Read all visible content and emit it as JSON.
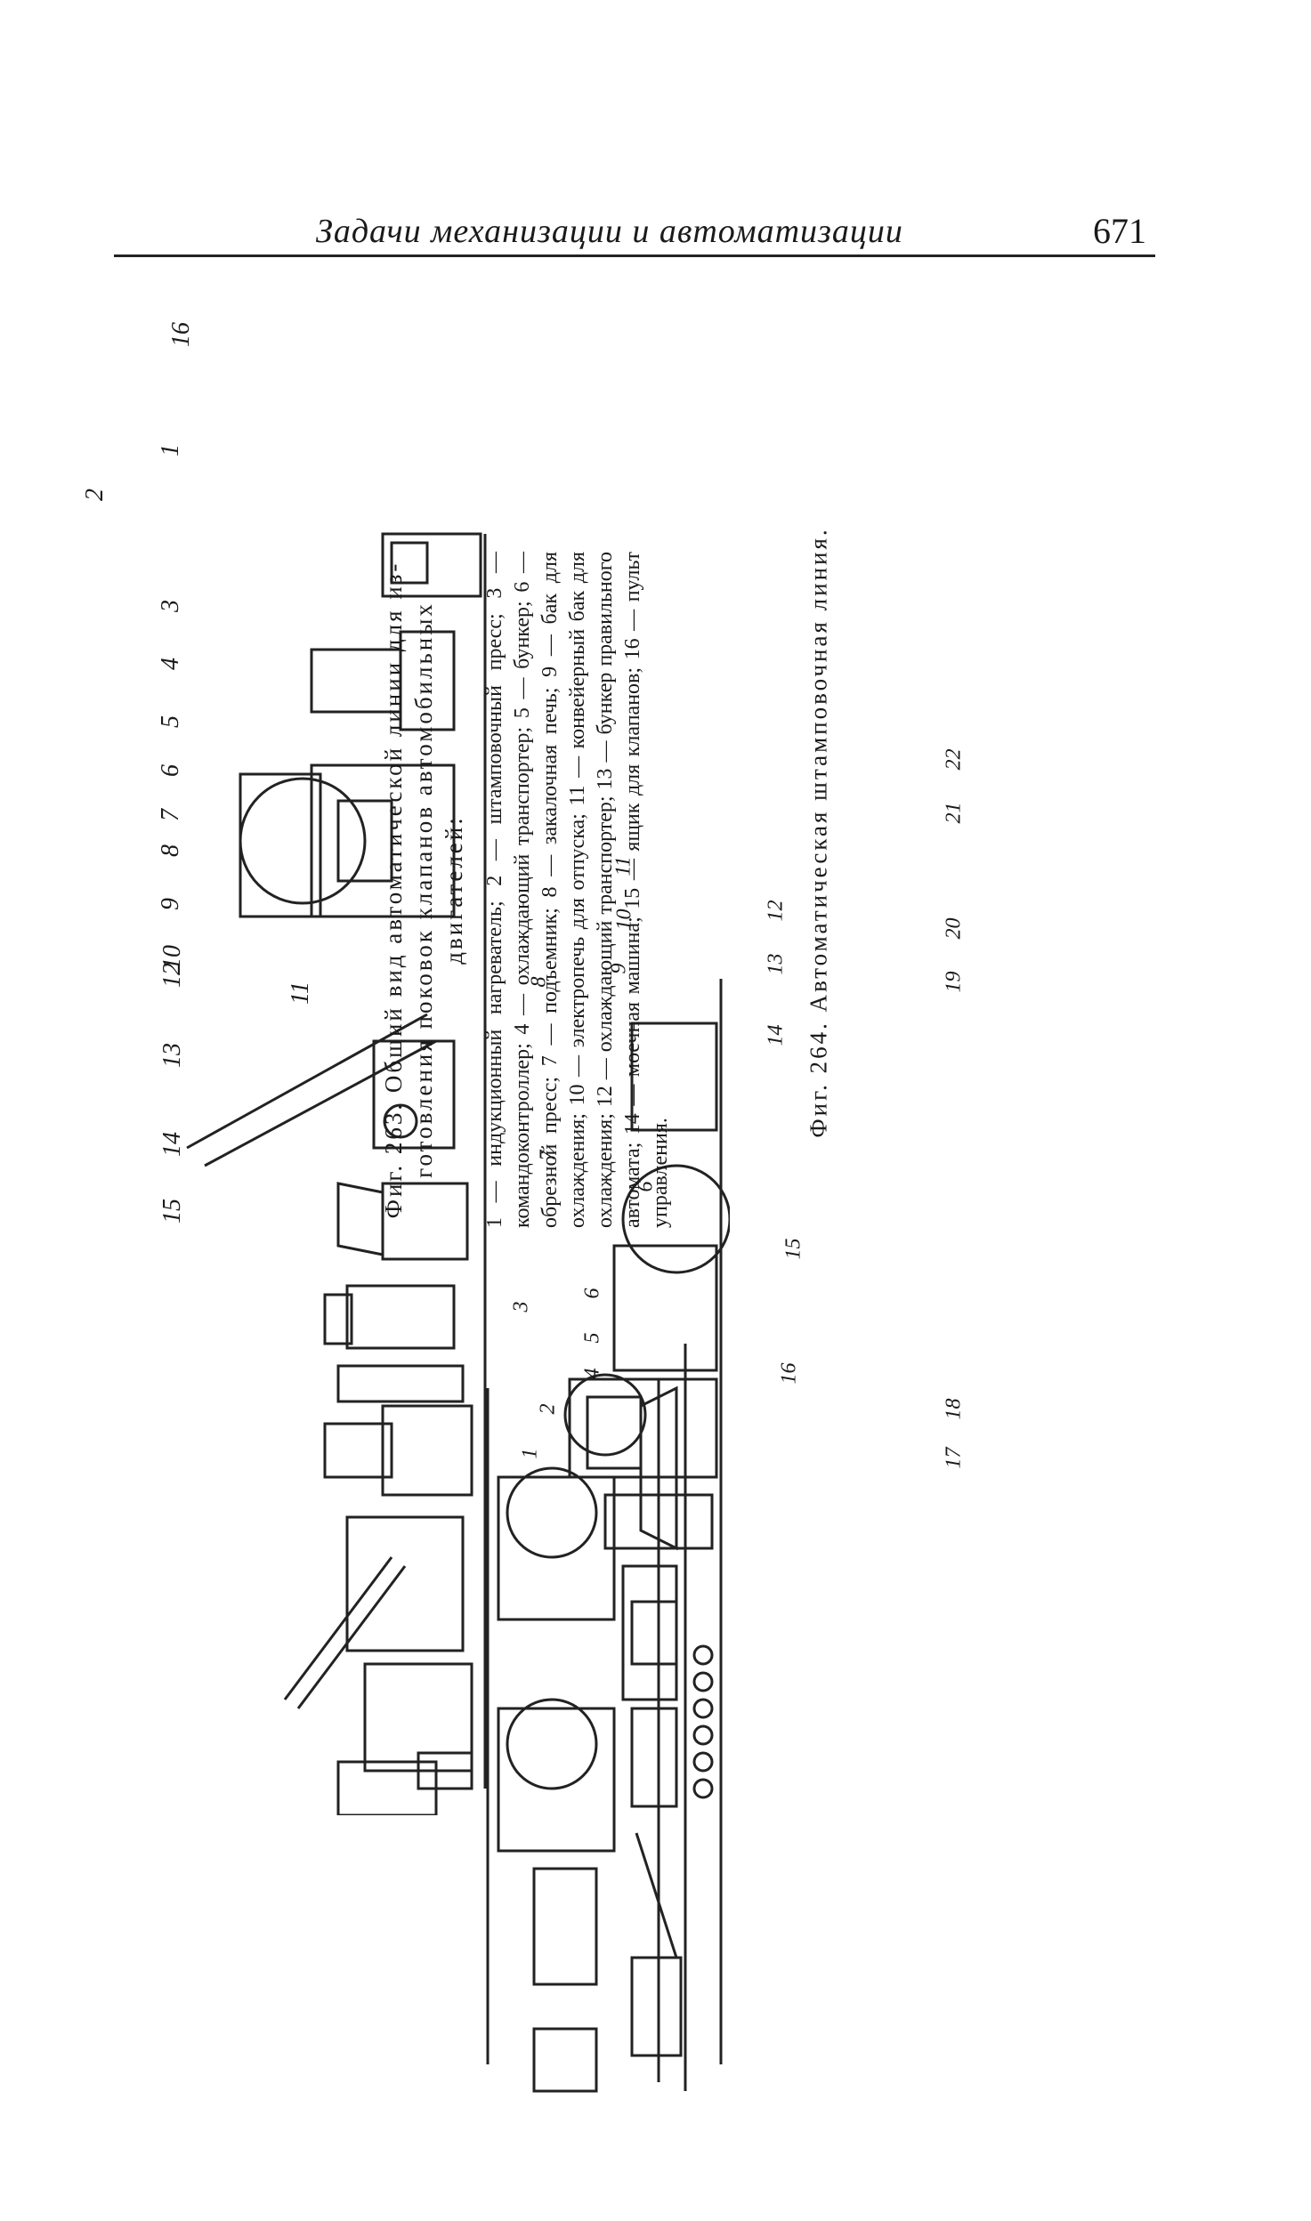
{
  "header": {
    "title": "Задачи механизации и автоматизации",
    "page_number": "671"
  },
  "figure_263": {
    "caption_title": "Фиг. 263. Общий вид автоматической линии для из-готовления поковок клапанов автомобильных двигателей:",
    "legend": "1 — индукционный нагреватель; 2 — штамповочный пресс; 3 — командоконтроллер; 4 — охлаждающий транспортер; 5 — бункер; 6 — обрезной пресс; 7 — подъемник; 8 — закалочная печь; 9 — бак для охлаждения; 10 — электропечь для отпуска; 11 — конвейерный бак для охлаждения; 12 — охлаждающий транспортер; 13 — бункер правильного автомата; 14 — моечная машина; 15 — ящик для клапанов; 16 — пульт управления.",
    "labels": [
      "1",
      "2",
      "3",
      "4",
      "5",
      "6",
      "7",
      "8",
      "9",
      "10",
      "11",
      "12",
      "13",
      "14",
      "15",
      "16"
    ]
  },
  "figure_264": {
    "caption": "Фиг. 264. Автоматическая штамповочная линия.",
    "labels": [
      "1",
      "2",
      "3",
      "4",
      "5",
      "6",
      "6",
      "7",
      "8",
      "9",
      "10",
      "11",
      "12",
      "13",
      "14",
      "15",
      "16",
      "17",
      "18",
      "19",
      "20",
      "21",
      "22"
    ]
  }
}
